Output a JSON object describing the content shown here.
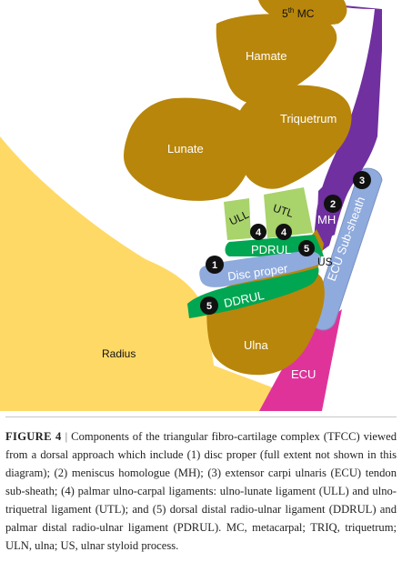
{
  "figure": {
    "labels": {
      "mc": "5th MC",
      "hamate": "Hamate",
      "triquetrum": "Triquetrum",
      "lunate": "Lunate",
      "ull": "ULL",
      "utl": "UTL",
      "mh": "MH",
      "ecu_subsheath": "ECU Sub-sheath",
      "pdrul": "PDRUL",
      "disc_proper": "Disc proper",
      "us": "US",
      "ddrul": "DDRUL",
      "radius": "Radius",
      "ulna": "Ulna",
      "ecu": "ECU"
    },
    "markers": {
      "disc": "1",
      "mh": "2",
      "ecu": "3",
      "ull": "4",
      "utl": "4",
      "pdrul": "5",
      "ddrul": "5"
    },
    "colors": {
      "bone": "#B8860B",
      "radius": "#FFD966",
      "ligament_lightgreen": "#A9D36B",
      "ligament_green": "#00A651",
      "disc_blue": "#8FAADC",
      "purple": "#7030A0",
      "ecu_pink": "#E0339A",
      "marker": "#111111"
    }
  },
  "caption": {
    "figure_label": "FIGURE 4",
    "separator": "|",
    "text": "Components of the triangular fibro-cartilage complex (TFCC) viewed from a dorsal approach which include (1) disc proper (full extent not shown in this diagram); (2) meniscus homologue (MH); (3) extensor carpi ulnaris (ECU) tendon sub-sheath; (4) palmar ulno-carpal ligaments: ulno-lunate ligament (ULL) and ulno-triquetral ligament (UTL); and (5) dorsal distal radio-ulnar ligament (DDRUL) and palmar distal radio-ulnar ligament (PDRUL). MC, metacarpal; TRIQ, triquetrum; ULN, ulna; US, ulnar styloid process."
  }
}
